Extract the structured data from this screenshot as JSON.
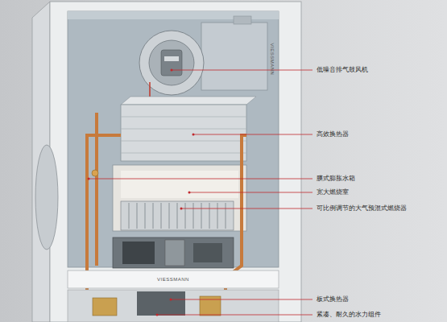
{
  "diagram": {
    "labels": [
      "低噪音排气鼓风机",
      "高效换热器",
      "膜式膨胀水箱",
      "宽大燃烧室",
      "可比例调节的大气预混式燃烧器",
      "板式换热器",
      "紧凑、耐久的水力组件",
      "VIESSMANN",
      "VIESSMANN"
    ]
  }
}
